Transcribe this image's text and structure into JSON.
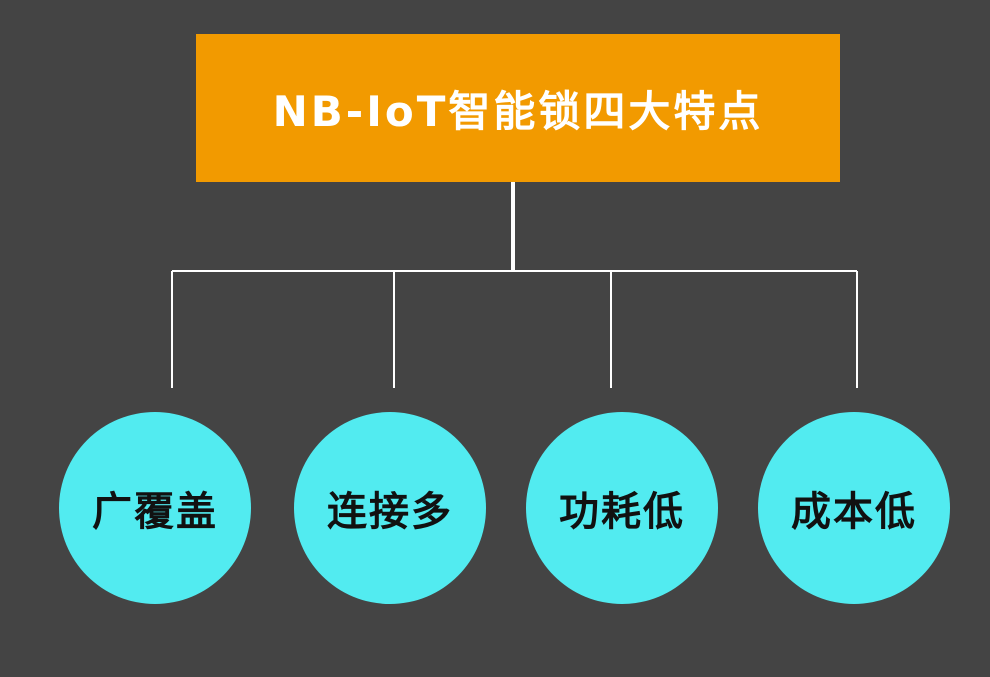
{
  "diagram": {
    "root": {
      "label": "NB-IoT智能锁四大特点"
    },
    "children": [
      {
        "label": "广覆盖"
      },
      {
        "label": "连接多"
      },
      {
        "label": "功耗低"
      },
      {
        "label": "成本低"
      }
    ]
  },
  "colors": {
    "background": "#444444",
    "root_fill": "#F29A00",
    "root_text": "#FFFFFF",
    "node_fill": "#52EBF0",
    "node_text": "#111111",
    "connector": "#FFFFFF"
  }
}
